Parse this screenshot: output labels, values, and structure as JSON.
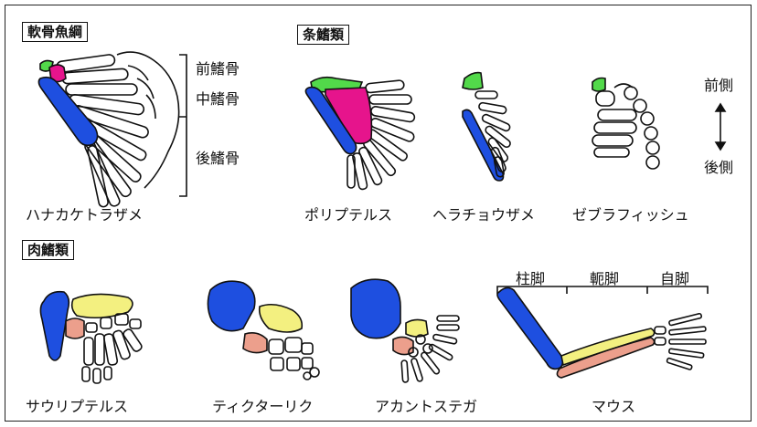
{
  "sections": {
    "cartilaginous": "軟骨魚綱",
    "rayfinned": "条鰭類",
    "lobefinned": "肉鰭類"
  },
  "bones": {
    "pro": "前鰭骨",
    "meso": "中鰭骨",
    "meta": "後鰭骨"
  },
  "axis": {
    "anterior": "前側",
    "posterior": "後側"
  },
  "species": {
    "shark": "ハナカケトラザメ",
    "polypterus": "ポリプテルス",
    "paddlefish": "ヘラチョウザメ",
    "zebrafish": "ゼブラフィッシュ",
    "sauripterus": "サウリプテルス",
    "tiktaalik": "ティクターリク",
    "acanthostega": "アカントステガ",
    "mouse": "マウス"
  },
  "limb": {
    "stylopod": "柱脚",
    "zeugopod": "軛脚",
    "autopod": "自脚"
  },
  "colors": {
    "green": "#52d94a",
    "magenta": "#e6148c",
    "blue": "#1e4fe0",
    "yellow": "#f3f080",
    "pink": "#ec9f8c",
    "outline": "#111111"
  }
}
